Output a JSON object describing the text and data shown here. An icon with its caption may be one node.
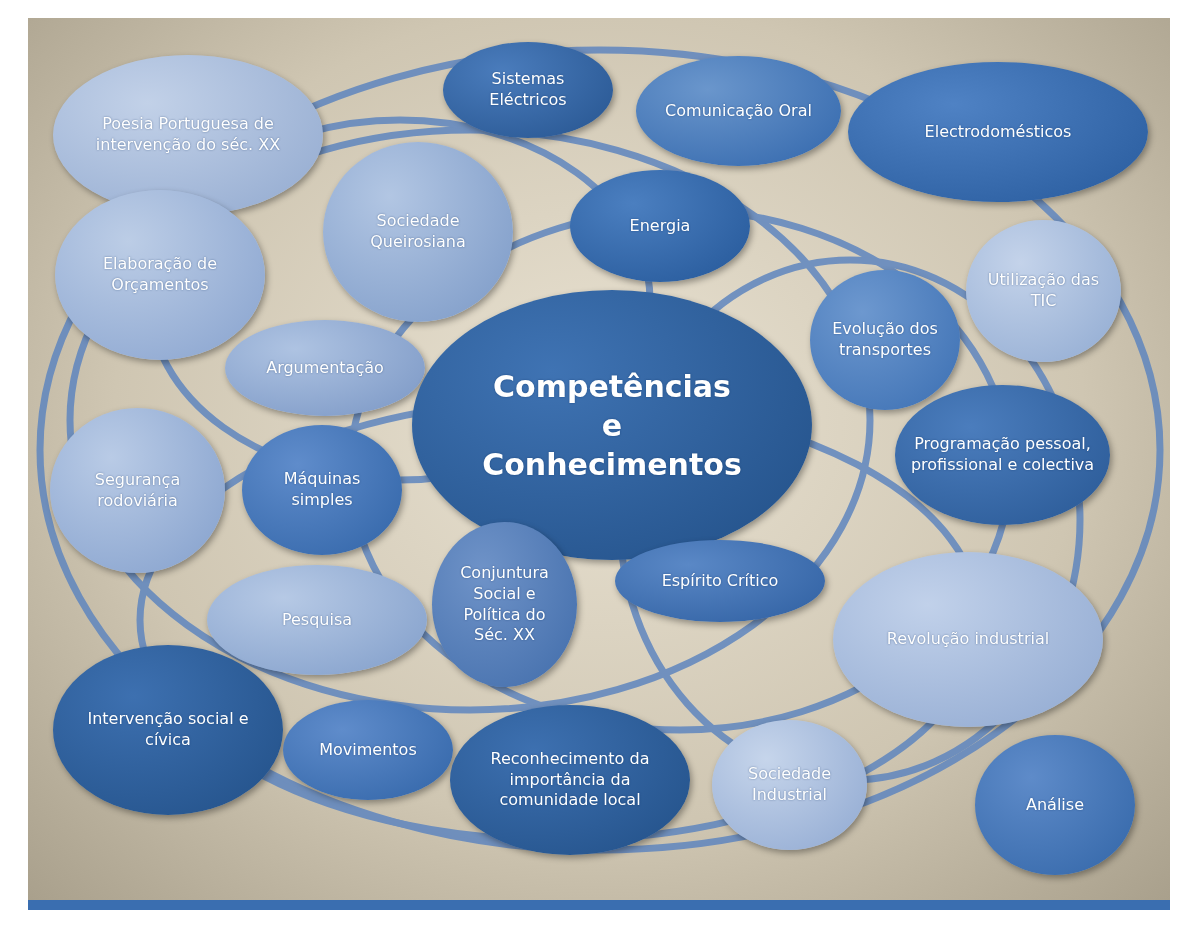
{
  "diagram": {
    "nodes": [
      {
        "text": [
          "Sistemas Eléctricos"
        ]
      },
      {
        "text": [
          "Electrodomésticos"
        ]
      },
      {
        "text": [
          "Comunicação Oral"
        ]
      },
      {
        "text": [
          "Poesia Portuguesa de intervenção do séc. XX"
        ]
      },
      {
        "text": [
          "Sociedade Queirosiana"
        ]
      },
      {
        "text": [
          "Energia"
        ]
      },
      {
        "text": [
          "Elaboração de Orçamentos"
        ]
      },
      {
        "text": [
          "Utilização das TIC"
        ]
      },
      {
        "text": [
          "Evolução dos transportes"
        ]
      },
      {
        "text": [
          "Argumentação"
        ]
      },
      {
        "text": [
          "Competências e Conhecimentos"
        ]
      },
      {
        "text": [
          "Programação pessoal, profissional e colectiva"
        ]
      },
      {
        "text": [
          "Segurança rodoviária"
        ]
      },
      {
        "text": [
          "Máquinas simples"
        ]
      },
      {
        "text": [
          "Conjuntura Social e Política do Séc. XX"
        ]
      },
      {
        "text": [
          "Espírito Crítico"
        ]
      },
      {
        "text": [
          "Pesquisa"
        ]
      },
      {
        "text": [
          "Revolução industrial"
        ]
      },
      {
        "text": [
          "Intervenção social e cívica"
        ]
      },
      {
        "text": [
          "Movimentos"
        ]
      },
      {
        "text": [
          "Reconhecimento da importância da comunidade local"
        ]
      },
      {
        "text": [
          "Sociedade Industrial"
        ]
      },
      {
        "text": [
          "Análise"
        ]
      }
    ]
  }
}
